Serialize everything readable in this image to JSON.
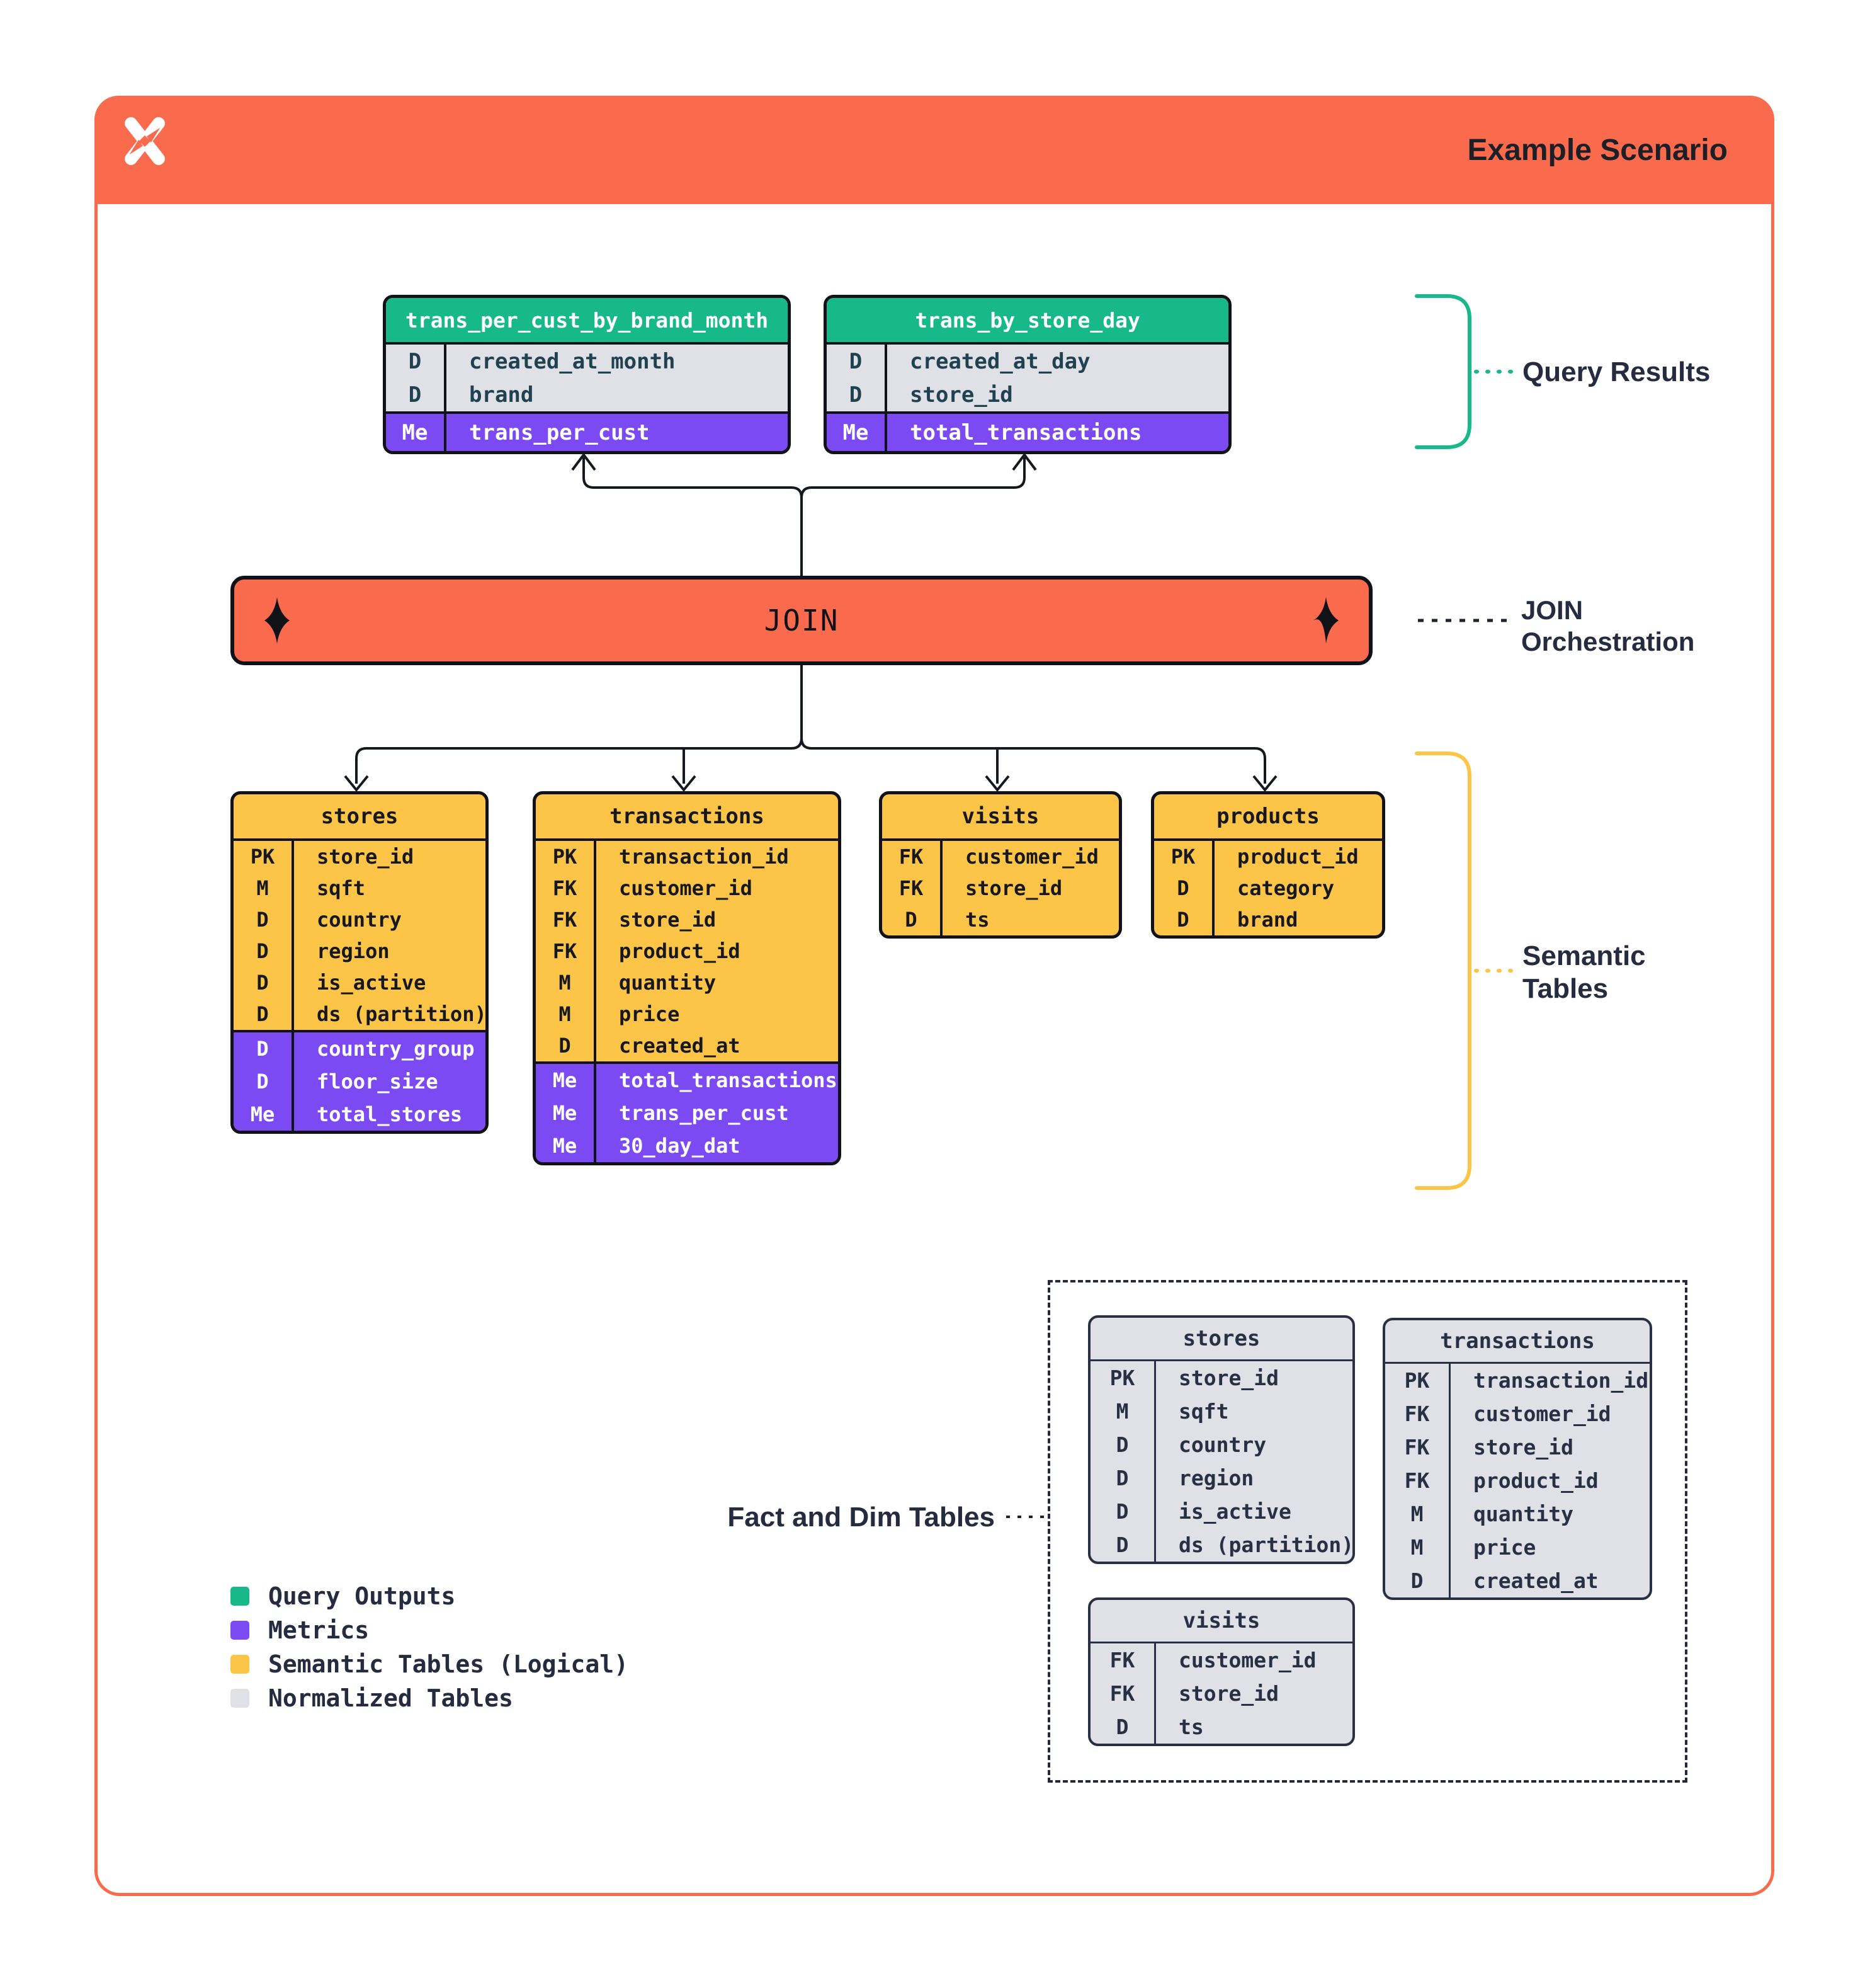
{
  "header": {
    "title": "Example Scenario"
  },
  "join": {
    "label": "JOIN"
  },
  "labels": {
    "query_results": "Query Results",
    "join_orchestration": "JOIN Orchestration",
    "semantic_tables": "Semantic Tables",
    "fact_dim": "Fact and Dim Tables"
  },
  "query_tables": [
    {
      "title": "trans_per_cust_by_brand_month",
      "dims": [
        {
          "tag": "D",
          "label": "created_at_month"
        },
        {
          "tag": "D",
          "label": "brand"
        }
      ],
      "metrics": [
        {
          "tag": "Me",
          "label": "trans_per_cust"
        }
      ]
    },
    {
      "title": "trans_by_store_day",
      "dims": [
        {
          "tag": "D",
          "label": "created_at_day"
        },
        {
          "tag": "D",
          "label": "store_id"
        }
      ],
      "metrics": [
        {
          "tag": "Me",
          "label": "total_transactions"
        }
      ]
    }
  ],
  "semantic_tables": [
    {
      "title": "stores",
      "fields": [
        {
          "tag": "PK",
          "label": "store_id"
        },
        {
          "tag": "M",
          "label": "sqft"
        },
        {
          "tag": "D",
          "label": "country"
        },
        {
          "tag": "D",
          "label": "region"
        },
        {
          "tag": "D",
          "label": "is_active"
        },
        {
          "tag": "D",
          "label": "ds (partition)"
        }
      ],
      "metrics": [
        {
          "tag": "D",
          "label": "country_group"
        },
        {
          "tag": "D",
          "label": "floor_size"
        },
        {
          "tag": "Me",
          "label": "total_stores"
        }
      ]
    },
    {
      "title": "transactions",
      "fields": [
        {
          "tag": "PK",
          "label": "transaction_id"
        },
        {
          "tag": "FK",
          "label": "customer_id"
        },
        {
          "tag": "FK",
          "label": "store_id"
        },
        {
          "tag": "FK",
          "label": "product_id"
        },
        {
          "tag": "M",
          "label": "quantity"
        },
        {
          "tag": "M",
          "label": "price"
        },
        {
          "tag": "D",
          "label": "created_at"
        }
      ],
      "metrics": [
        {
          "tag": "Me",
          "label": "total_transactions"
        },
        {
          "tag": "Me",
          "label": "trans_per_cust"
        },
        {
          "tag": "Me",
          "label": "30_day_dat"
        }
      ]
    },
    {
      "title": "visits",
      "fields": [
        {
          "tag": "FK",
          "label": "customer_id"
        },
        {
          "tag": "FK",
          "label": "store_id"
        },
        {
          "tag": "D",
          "label": "ts"
        }
      ],
      "metrics": []
    },
    {
      "title": "products",
      "fields": [
        {
          "tag": "PK",
          "label": "product_id"
        },
        {
          "tag": "D",
          "label": "category"
        },
        {
          "tag": "D",
          "label": "brand"
        }
      ],
      "metrics": []
    }
  ],
  "normalized_tables": [
    {
      "title": "stores",
      "fields": [
        {
          "tag": "PK",
          "label": "store_id"
        },
        {
          "tag": "M",
          "label": "sqft"
        },
        {
          "tag": "D",
          "label": "country"
        },
        {
          "tag": "D",
          "label": "region"
        },
        {
          "tag": "D",
          "label": "is_active"
        },
        {
          "tag": "D",
          "label": "ds (partition)"
        }
      ]
    },
    {
      "title": "transactions",
      "fields": [
        {
          "tag": "PK",
          "label": "transaction_id"
        },
        {
          "tag": "FK",
          "label": "customer_id"
        },
        {
          "tag": "FK",
          "label": "store_id"
        },
        {
          "tag": "FK",
          "label": "product_id"
        },
        {
          "tag": "M",
          "label": "quantity"
        },
        {
          "tag": "M",
          "label": "price"
        },
        {
          "tag": "D",
          "label": "created_at"
        }
      ]
    },
    {
      "title": "visits",
      "fields": [
        {
          "tag": "FK",
          "label": "customer_id"
        },
        {
          "tag": "FK",
          "label": "store_id"
        },
        {
          "tag": "D",
          "label": "ts"
        }
      ]
    }
  ],
  "legend": {
    "items": [
      {
        "label": "Query Outputs",
        "color": "#17B98B"
      },
      {
        "label": "Metrics",
        "color": "#7B4AF2"
      },
      {
        "label": "Semantic Tables (Logical)",
        "color": "#FCC548"
      },
      {
        "label": "Normalized Tables",
        "color": "#DFE1E6"
      }
    ]
  },
  "colors": {
    "orange": "#FA6A4D",
    "green": "#17B98B",
    "purple": "#7B4AF2",
    "yellow": "#FCC548",
    "gray": "#DFE1E6",
    "navy": "#262C40",
    "black": "#101217"
  }
}
